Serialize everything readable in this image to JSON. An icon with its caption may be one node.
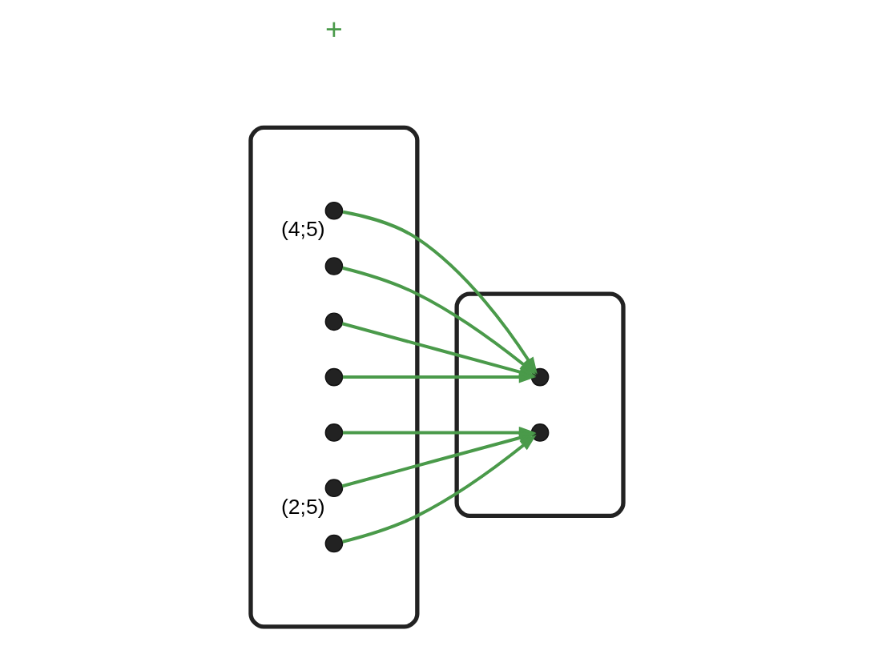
{
  "diagram": {
    "nodes": [
      {
        "text": [],
        "shape": "ellipse"
      },
      {
        "text": [],
        "shape": "circle",
        "in": 0,
        "beside": [
          "(4;5)"
        ]
      },
      {
        "text": [],
        "shape": "circle",
        "in": 0
      },
      {
        "text": [],
        "shape": "circle",
        "in": 0
      },
      {
        "text": [],
        "shape": "circle",
        "in": 0
      },
      {
        "text": [],
        "shape": "circle",
        "in": 0
      },
      {
        "text": [],
        "shape": "circle",
        "in": 0,
        "beside": [
          "(2;5)"
        ]
      },
      {
        "text": [],
        "shape": "circle",
        "in": 0
      },
      {
        "text": [],
        "shape": "ellipse"
      },
      {
        "text": [],
        "shape": "circle",
        "in": 8
      },
      {
        "text": [],
        "shape": "circle",
        "in": 8
      }
    ],
    "edges": [
      {
        "from": 1,
        "to": 9,
        "arrow": "to"
      },
      {
        "from": 2,
        "to": 9,
        "arrow": "to"
      },
      {
        "from": 3,
        "to": 9,
        "arrow": "to"
      },
      {
        "from": 4,
        "to": 9,
        "arrow": "to"
      },
      {
        "from": 5,
        "to": 10,
        "arrow": "to"
      },
      {
        "from": 6,
        "to": 10,
        "arrow": "to"
      },
      {
        "from": 7,
        "to": 10,
        "arrow": "to"
      }
    ],
    "labels": [
      "+"
    ]
  }
}
